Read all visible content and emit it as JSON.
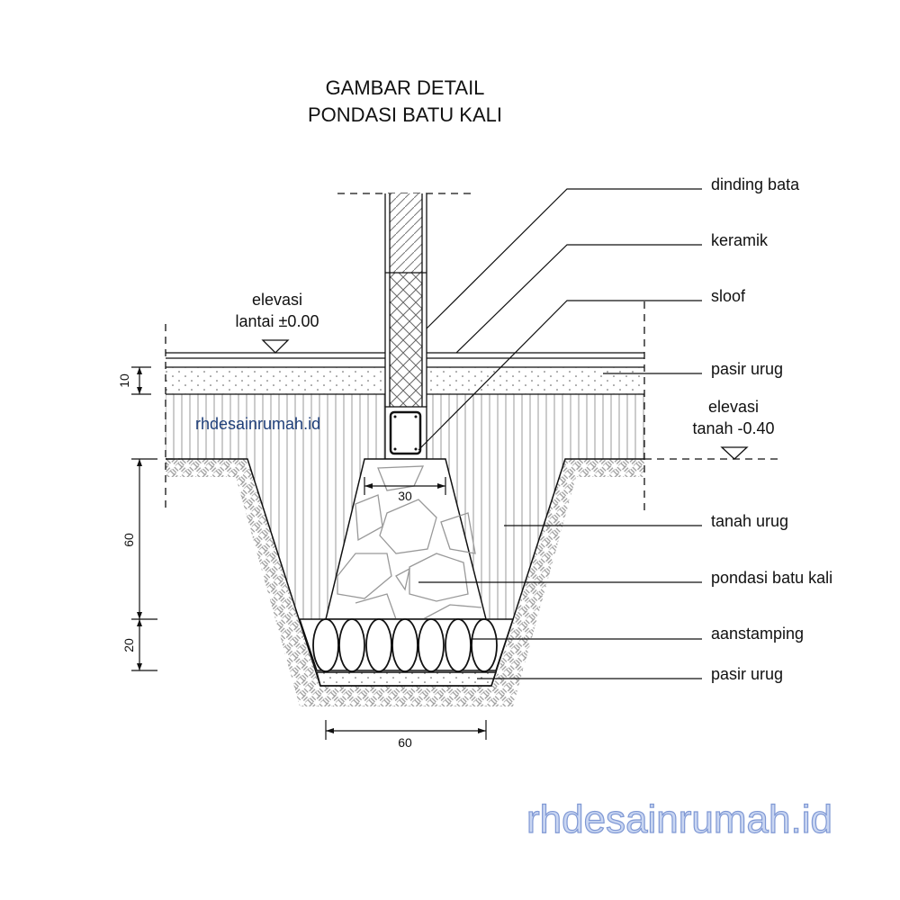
{
  "title": {
    "line1": "GAMBAR  DETAIL",
    "line2": "PONDASI  BATU  KALI"
  },
  "labels": {
    "dinding_bata": "dinding bata",
    "keramik": "keramik",
    "sloof": "sloof",
    "pasir_urug_top": "pasir urug",
    "elevasi_tanah_1": "elevasi",
    "elevasi_tanah_2": "tanah -0.40",
    "tanah_urug": "tanah urug",
    "pondasi_batu_kali": "pondasi batu kali",
    "aanstamping": "aanstamping",
    "pasir_urug_bottom": "pasir urug",
    "elevasi_lantai_1": "elevasi",
    "elevasi_lantai_2": "lantai ±0.00"
  },
  "dimensions": {
    "d10": "10",
    "d60_vertical": "60",
    "d20": "20",
    "d30": "30",
    "d60_bottom": "60"
  },
  "watermark": {
    "small": "rhdesainrumah.id",
    "large": "rhdesainrumah.id"
  },
  "colors": {
    "watermark_small": "#1f3f7a",
    "watermark_large_fill": "#c9d6f2",
    "watermark_large_stroke": "#7f98d4"
  }
}
